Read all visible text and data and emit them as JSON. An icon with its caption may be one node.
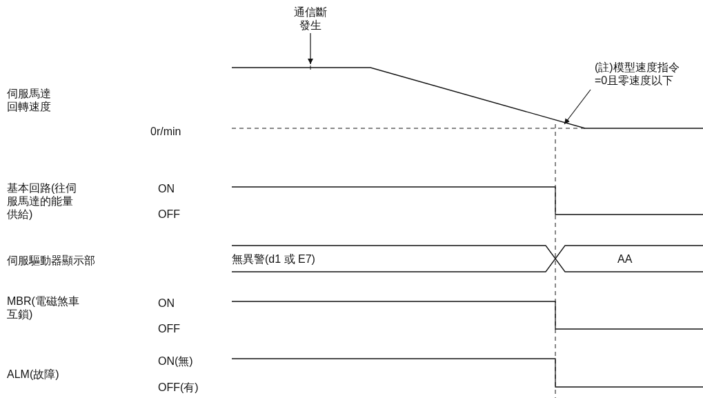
{
  "diagram": {
    "nodes": [
      {
        "text": [
          "通信斷發生"
        ]
      },
      {
        "text": [
          "(註)模型速度指令=0且零速度以下"
        ]
      },
      {
        "text": [],
        "shape": "line"
      }
    ],
    "edges": [
      {
        "from": 0,
        "to": 2,
        "arrow": "to"
      },
      {
        "from": 1,
        "to": 2,
        "arrow": "to"
      }
    ],
    "labels": [
      "伺服馬達回轉速度",
      "0r/min",
      "基本回路(往伺服馬達的能量供給)",
      "ON",
      "OFF",
      "伺服驅動器顯示部",
      "無異警(d1 或 E7)",
      "AA",
      "MBR(電磁煞車互鎖)",
      "ON",
      "OFF",
      "ALM(故障)",
      "ON(無)",
      "OFF(有)"
    ]
  }
}
